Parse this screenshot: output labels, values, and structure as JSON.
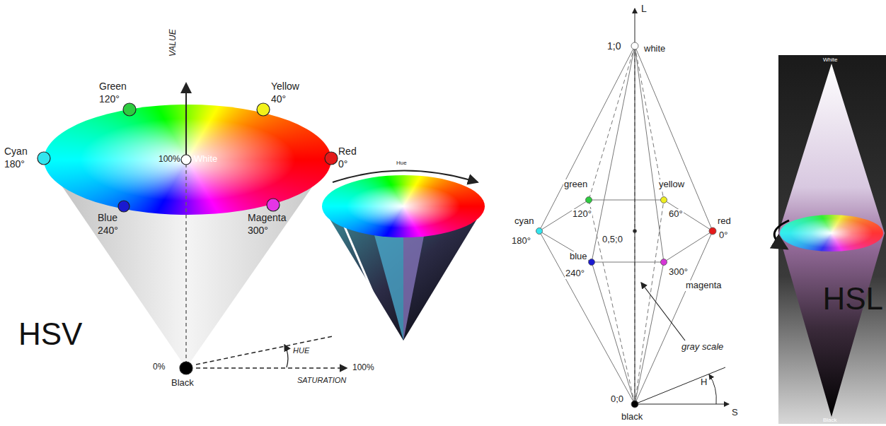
{
  "diagram": {
    "labels": [
      "VALUE",
      "Green",
      "120°",
      "Yellow",
      "40°",
      "Cyan",
      "180°",
      "Red",
      "0°",
      "100%",
      "White",
      "Blue",
      "240°",
      "Magenta",
      "300°",
      "HSV",
      "0%",
      "Black",
      "HUE",
      "100%",
      "SATURATION",
      "Hue",
      "Value",
      "Saturation",
      "L",
      "1;0",
      "white",
      "green",
      "yellow",
      "120°",
      "60°",
      "cyan",
      "180°",
      "red",
      "0°",
      "0,5;0",
      "blue",
      "240°",
      "300°",
      "magenta",
      "gray scale",
      "0;0",
      "black",
      "H",
      "S",
      "HSL",
      "White",
      "Black"
    ]
  }
}
